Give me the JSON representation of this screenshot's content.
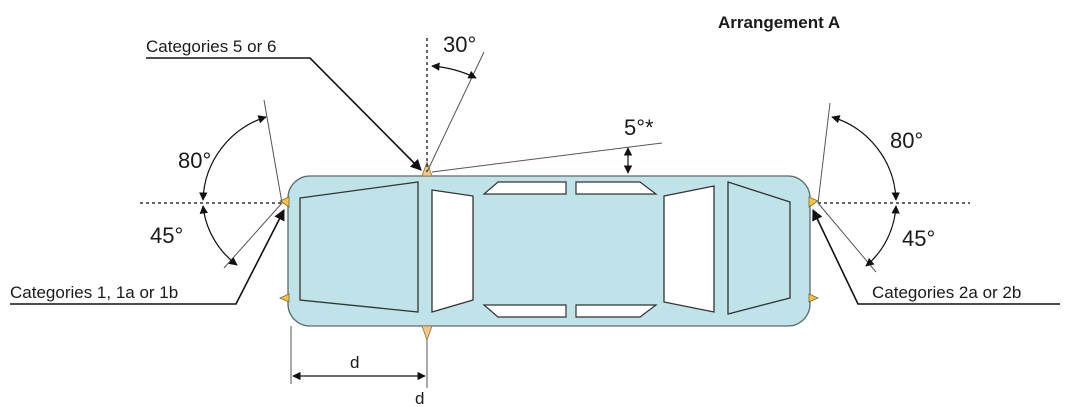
{
  "title": "Arrangement A",
  "labels": {
    "cat56": "Categories 5 or 6",
    "cat1": "Categories 1, 1a or 1b",
    "cat2": "Categories 2a or 2b",
    "ang_top": "30°",
    "ang_80_left": "80°",
    "ang_45_left": "45°",
    "ang_80_right": "80°",
    "ang_45_right": "45°",
    "ang_5": "5°*",
    "dim_d1": "d",
    "dim_d2": "d"
  },
  "colors": {
    "car_body": "#bfe3e8",
    "lamp": "#f5c342",
    "side_lamp": "#f0c88a"
  }
}
